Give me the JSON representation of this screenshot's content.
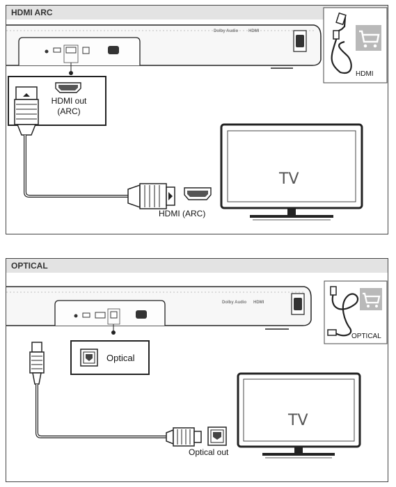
{
  "hdmi_panel": {
    "title": "HDMI ARC",
    "port_label_line1": "HDMI out",
    "port_label_line2": "(ARC)",
    "tv_port_label": "HDMI (ARC)",
    "tv_label": "TV",
    "accessory_label": "HDMI",
    "brand_text_1": "Dolby Audio",
    "brand_text_2": "HDMI"
  },
  "optical_panel": {
    "title": "OPTICAL",
    "port_label": "Optical",
    "tv_port_label": "Optical out",
    "tv_label": "TV",
    "accessory_label": "OPTICAL",
    "brand_text_1": "Dolby Audio",
    "brand_text_2": "HDMI"
  },
  "colors": {
    "line": "#1a1a1a",
    "cart_badge": "#b9b9b9",
    "title_bar": "#e3e3e3"
  },
  "icons": [
    "hdmi-plug-icon",
    "optical-plug-icon",
    "hdmi-port-icon",
    "optical-port-icon",
    "shopping-cart-icon",
    "tv-icon",
    "soundbar-icon"
  ]
}
